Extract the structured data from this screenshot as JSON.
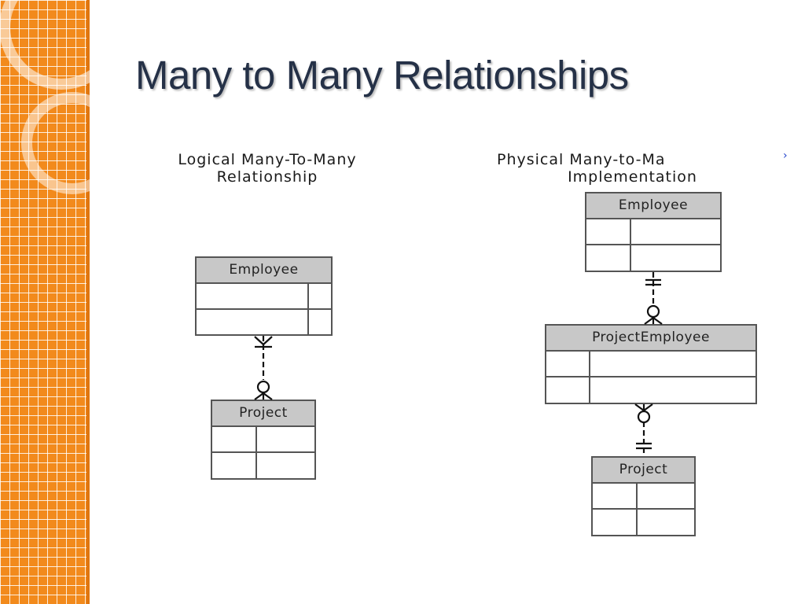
{
  "slide": {
    "title": "Many to Many Relationships",
    "colors": {
      "sidebar": "#f28a1c",
      "title": "#253147",
      "entity_header": "#c8c8c8"
    }
  },
  "logical": {
    "caption_line1": "Logical Many-To-Many",
    "caption_line2": "Relationship",
    "entities": [
      {
        "name": "Employee"
      },
      {
        "name": "Project"
      }
    ]
  },
  "physical": {
    "caption_line1": "Physical Many-to-Ma",
    "caption_line2": "Implementation",
    "entities": [
      {
        "name": "Employee"
      },
      {
        "name": "ProjectEmployee"
      },
      {
        "name": "Project"
      }
    ]
  }
}
